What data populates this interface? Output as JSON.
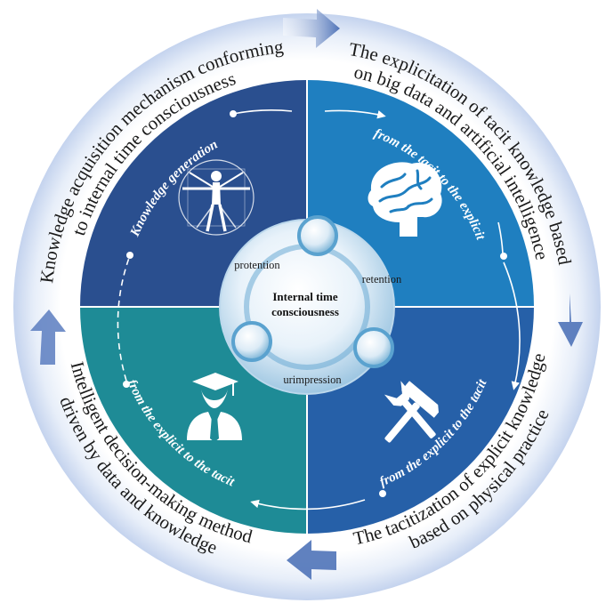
{
  "outer_labels": {
    "top_left": "Knowledge acquisition mechanism conforming",
    "top_left_line2": "to internal time consciousness",
    "top_right": "The explicitation of tacit knowledge based",
    "top_right_line2": "on big data and artificial intelligence",
    "bottom_right": "The tacitization of explicit knowledge",
    "bottom_right_line2": "based on physical practice",
    "bottom_left": "Intelligent decision-making method",
    "bottom_left_line2": "driven by data and knowledge"
  },
  "inner_arc_labels": {
    "top_left": "Knowledge generation",
    "top_right": "from the tacit to the explicit",
    "bottom_right": "from the explicit to the tacit",
    "bottom_left": "from the explicit to the tacit"
  },
  "center": {
    "title_line1": "Internal time",
    "title_line2": "consciousness",
    "phases": [
      "protention",
      "retention",
      "urimpression"
    ]
  },
  "icons": [
    "vitruvian-man-icon",
    "brain-icon",
    "hammer-wrench-icon",
    "graduate-icon"
  ],
  "colors": {
    "quadrant_top_left": "#2a4f8f",
    "quadrant_top_right": "#1f7fc0",
    "quadrant_bottom_right": "#2660a8",
    "quadrant_bottom_left": "#1e8b96",
    "outer_ring": "#eef3fb",
    "arrow": "#4f73b8"
  }
}
